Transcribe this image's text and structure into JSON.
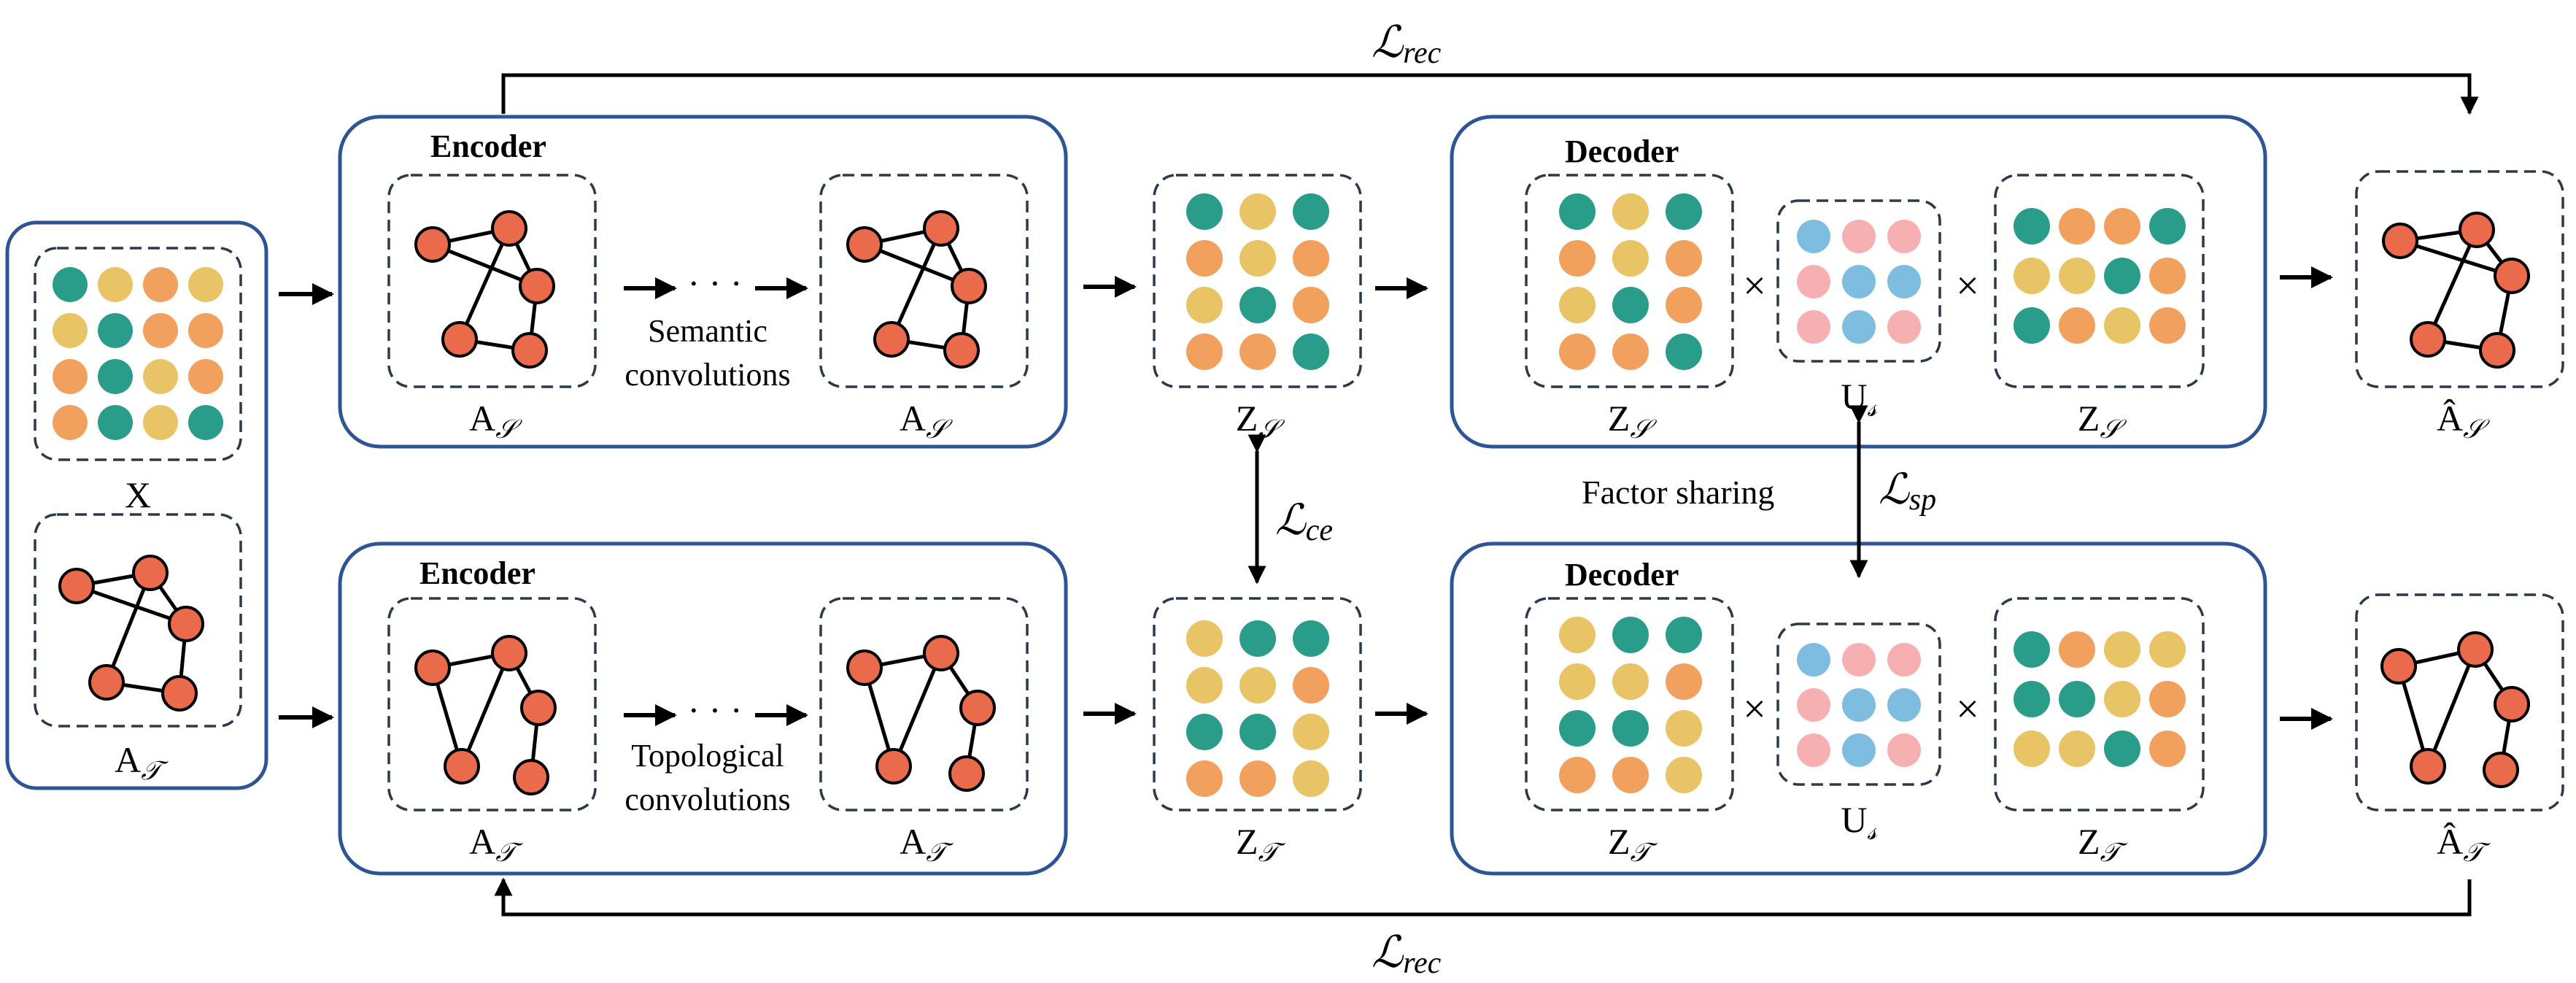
{
  "labels": {
    "loss_rec_top": "ℒ",
    "loss_rec_top_sub": "rec",
    "loss_rec_bottom": "ℒ",
    "loss_rec_bottom_sub": "rec",
    "loss_ce": "ℒ",
    "loss_ce_sub": "ce",
    "loss_sp": "ℒ",
    "loss_sp_sub": "sp",
    "factor_sharing": "Factor sharing",
    "encoder_top": "Encoder",
    "encoder_bottom": "Encoder",
    "decoder_top": "Decoder",
    "decoder_bottom": "Decoder",
    "semantic_line1": "Semantic",
    "semantic_line2": "convolutions",
    "topological_line1": "Topological",
    "topological_line2": "convolutions",
    "x_label": "X",
    "a_base": "A",
    "z_base": "Z",
    "u_base": "U",
    "a_hat_base": "Â",
    "sub_s": "𝒮",
    "sub_t": "𝒯",
    "sub_u": "𝓈",
    "ellipsis": "· · ·",
    "times": "×"
  },
  "colors": {
    "teal": "#2a9d8a",
    "yellow": "#e8c467",
    "orange": "#f2a05e",
    "blue": "#7fbde0",
    "pink": "#f6b0b2",
    "node": "#ea6a4c",
    "border_blue": "#2f5496",
    "dash": "#2b3a4a"
  },
  "matrices": {
    "x_input": [
      [
        "teal",
        "yellow",
        "orange",
        "yellow"
      ],
      [
        "yellow",
        "teal",
        "orange",
        "orange"
      ],
      [
        "orange",
        "teal",
        "yellow",
        "orange"
      ],
      [
        "orange",
        "teal",
        "yellow",
        "teal"
      ]
    ],
    "z_s": [
      [
        "teal",
        "yellow",
        "teal"
      ],
      [
        "orange",
        "yellow",
        "orange"
      ],
      [
        "yellow",
        "teal",
        "orange"
      ],
      [
        "orange",
        "orange",
        "teal"
      ]
    ],
    "z_t": [
      [
        "yellow",
        "teal",
        "teal"
      ],
      [
        "yellow",
        "yellow",
        "orange"
      ],
      [
        "teal",
        "teal",
        "yellow"
      ],
      [
        "orange",
        "orange",
        "yellow"
      ]
    ],
    "dec_s_left": [
      [
        "teal",
        "yellow",
        "teal"
      ],
      [
        "orange",
        "yellow",
        "orange"
      ],
      [
        "yellow",
        "teal",
        "orange"
      ],
      [
        "orange",
        "orange",
        "teal"
      ]
    ],
    "dec_s_u": [
      [
        "blue",
        "pink",
        "pink"
      ],
      [
        "pink",
        "blue",
        "blue"
      ],
      [
        "pink",
        "blue",
        "pink"
      ]
    ],
    "dec_s_right": [
      [
        "teal",
        "orange",
        "orange",
        "teal"
      ],
      [
        "yellow",
        "yellow",
        "teal",
        "orange"
      ],
      [
        "teal",
        "orange",
        "yellow",
        "orange"
      ]
    ],
    "dec_t_left": [
      [
        "yellow",
        "teal",
        "teal"
      ],
      [
        "yellow",
        "yellow",
        "orange"
      ],
      [
        "teal",
        "teal",
        "yellow"
      ],
      [
        "orange",
        "orange",
        "yellow"
      ]
    ],
    "dec_t_u": [
      [
        "blue",
        "pink",
        "pink"
      ],
      [
        "pink",
        "blue",
        "blue"
      ],
      [
        "pink",
        "blue",
        "pink"
      ]
    ],
    "dec_t_right": [
      [
        "teal",
        "orange",
        "yellow",
        "yellow"
      ],
      [
        "teal",
        "teal",
        "yellow",
        "orange"
      ],
      [
        "yellow",
        "yellow",
        "teal",
        "orange"
      ]
    ]
  }
}
